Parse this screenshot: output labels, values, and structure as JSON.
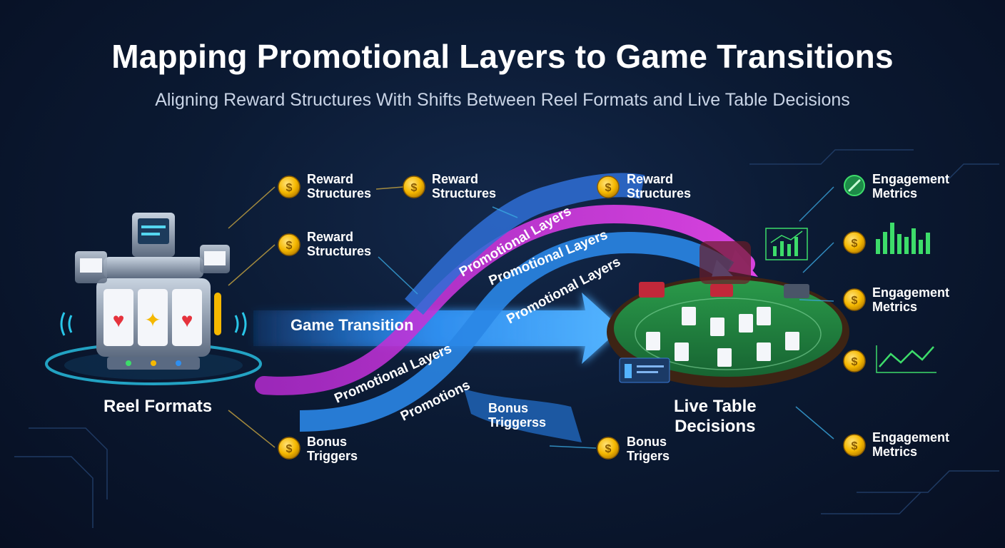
{
  "title": "Mapping Promotional Layers to Game Transitions",
  "subtitle": "Aligning Reward Structures With Shifts Between Reel Formats and Live Table Decisions",
  "nodes": {
    "reel_formats": "Reel Formats",
    "live_table_line1": "Live Table",
    "live_table_line2": "Decisions"
  },
  "flows": {
    "game_transition": "Game Transition",
    "promotional_layers": "Promotional Layers",
    "promotions": "Promotions",
    "bonus_triggers_line1": "Bonus",
    "bonus_triggers_line2": "Triggerss"
  },
  "callouts": {
    "reward_1": [
      "Reward",
      "Structures"
    ],
    "reward_2": [
      "Reward",
      "Structures"
    ],
    "reward_3": [
      "Reward",
      "Structures"
    ],
    "reward_4": [
      "Reward",
      "Structures"
    ],
    "bonus_1": [
      "Bonus",
      "Triggers"
    ],
    "bonus_2": [
      "Bonus",
      "Trigers"
    ],
    "engagement_1": [
      "Engagement",
      "Metrics"
    ],
    "engagement_2": [
      "Engagement",
      "Metrics"
    ],
    "engagement_3": [
      "Engagement",
      "Metrics"
    ]
  },
  "icons": {
    "coin": "dollar-coin-icon",
    "slot_machine": "slot-machine-icon",
    "table": "blackjack-table-icon",
    "bar_chart": "bar-chart-icon",
    "line_chart": "line-chart-icon",
    "compass": "compass-icon"
  },
  "colors": {
    "background": "#0b1a33",
    "blue_flow": "#2f8ff0",
    "magenta_flow": "#d63fe0",
    "gold": "#f5b800",
    "green": "#3ddc6a",
    "table_felt": "#1f7a3a"
  }
}
